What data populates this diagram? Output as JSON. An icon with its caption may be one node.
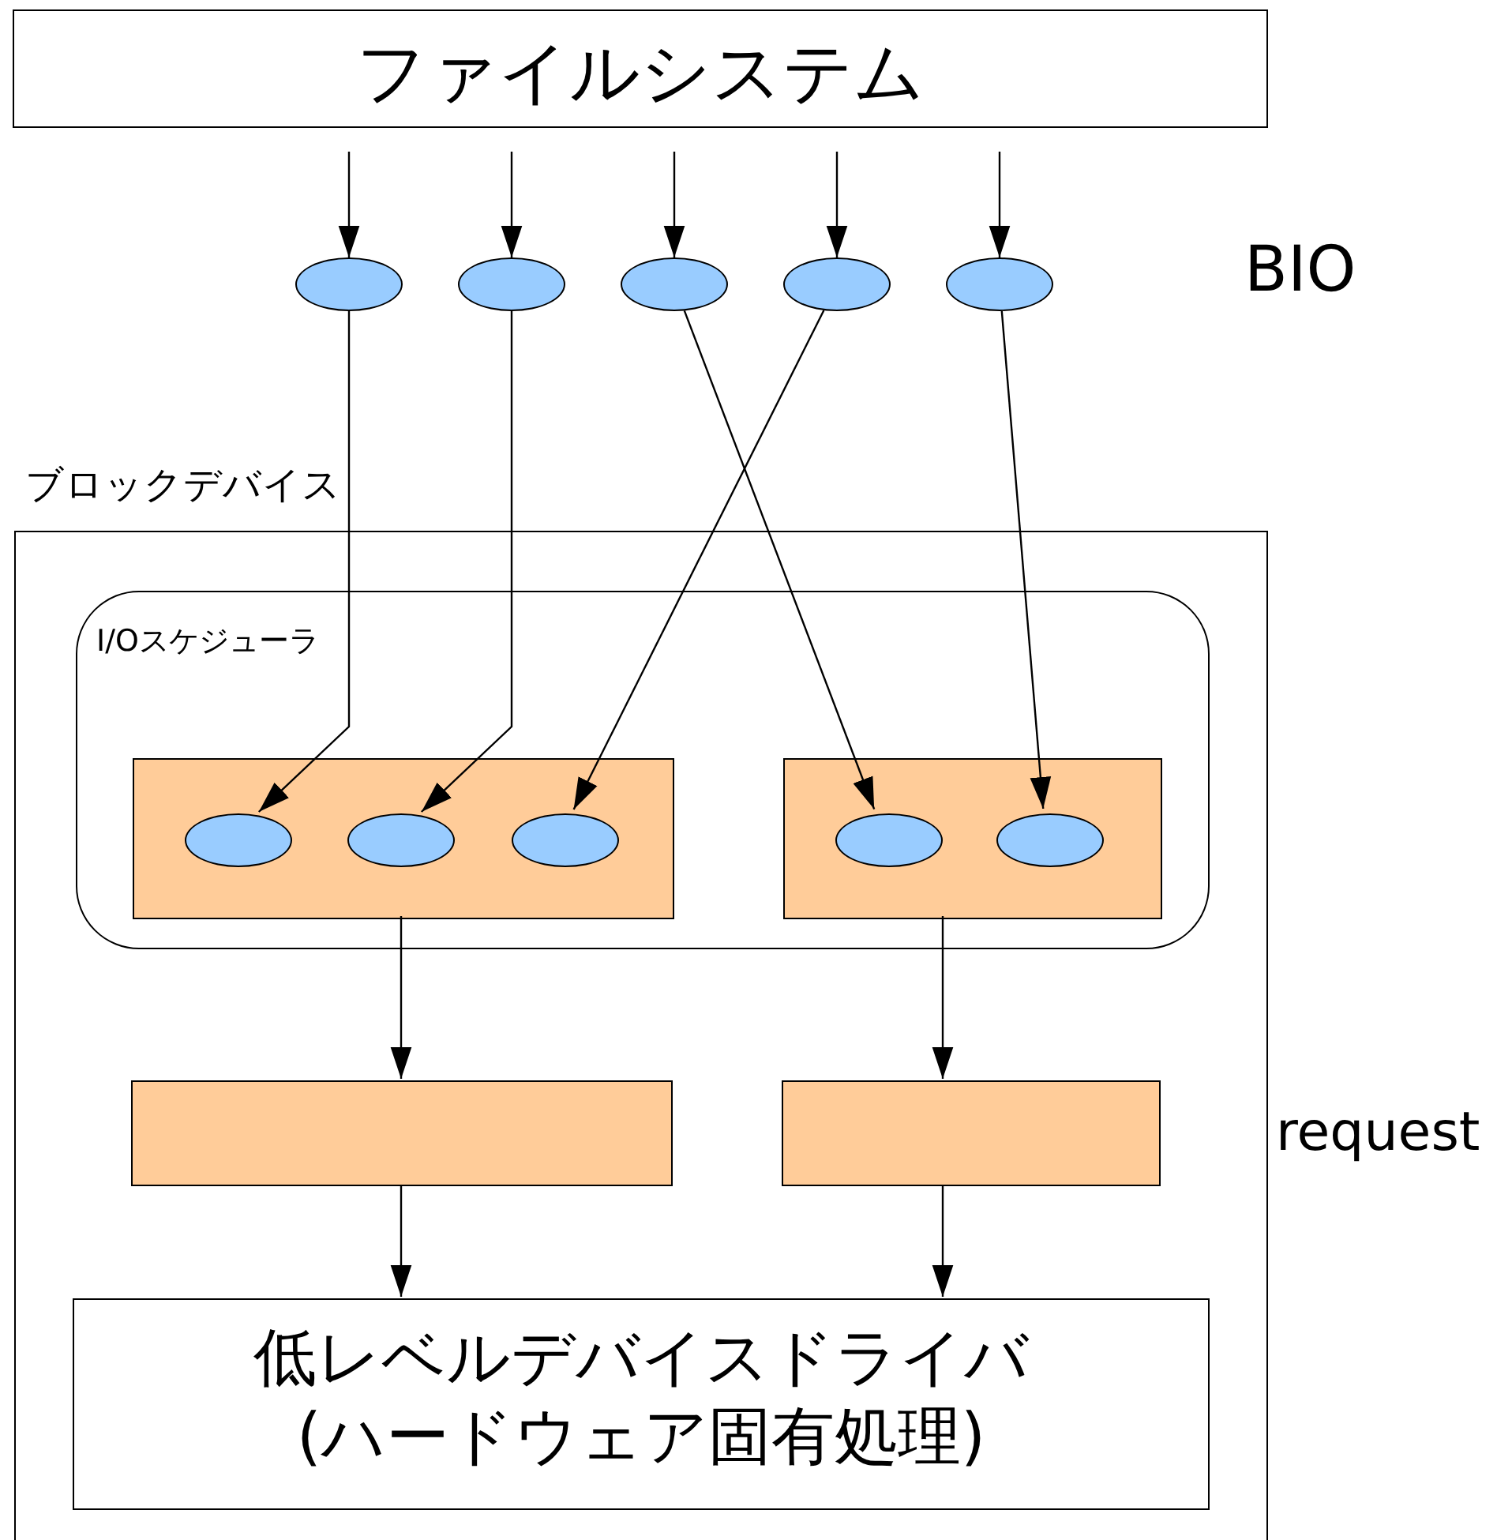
{
  "diagram": {
    "nodes": [
      {
        "text": [
          "ファイルシステム"
        ]
      },
      {
        "text": [],
        "shape": "ellipse"
      },
      {
        "text": [],
        "shape": "ellipse"
      },
      {
        "text": [],
        "shape": "ellipse"
      },
      {
        "text": [],
        "shape": "ellipse"
      },
      {
        "text": [],
        "shape": "ellipse"
      },
      {
        "text": [
          "ブロックデバイス"
        ]
      },
      {
        "text": [
          "I/Oスケジューラ"
        ],
        "in": 6
      },
      {
        "text": [],
        "shape": "box",
        "in": 7
      },
      {
        "text": [],
        "shape": "box",
        "in": 7
      },
      {
        "text": [],
        "shape": "ellipse",
        "in": 8
      },
      {
        "text": [],
        "shape": "ellipse",
        "in": 8
      },
      {
        "text": [],
        "shape": "ellipse",
        "in": 8
      },
      {
        "text": [],
        "shape": "ellipse",
        "in": 9
      },
      {
        "text": [],
        "shape": "ellipse",
        "in": 9
      },
      {
        "text": [],
        "shape": "box",
        "in": 6
      },
      {
        "text": [],
        "shape": "box",
        "in": 6
      },
      {
        "text": [
          "低レベルデバイスドライバ(ハードウェア固有処理)"
        ],
        "in": 6
      }
    ],
    "edges": [
      {
        "from": null,
        "to": 1,
        "arrow": "to"
      },
      {
        "from": null,
        "to": 2,
        "arrow": "to"
      },
      {
        "from": null,
        "to": 3,
        "arrow": "to"
      },
      {
        "from": null,
        "to": 4,
        "arrow": "to"
      },
      {
        "from": null,
        "to": 5,
        "arrow": "to"
      },
      {
        "from": 1,
        "to": 10,
        "arrow": "to"
      },
      {
        "from": 2,
        "to": 11,
        "arrow": "to"
      },
      {
        "from": 4,
        "to": 12,
        "arrow": "to"
      },
      {
        "from": 3,
        "to": 13,
        "arrow": "to"
      },
      {
        "from": 5,
        "to": 14,
        "arrow": "to"
      },
      {
        "from": 8,
        "to": 15,
        "arrow": "to"
      },
      {
        "from": 9,
        "to": 16,
        "arrow": "to"
      },
      {
        "from": 15,
        "to": 17,
        "arrow": "to"
      },
      {
        "from": 16,
        "to": 17,
        "arrow": "to"
      }
    ],
    "labels": [
      "BIO",
      "request"
    ]
  }
}
